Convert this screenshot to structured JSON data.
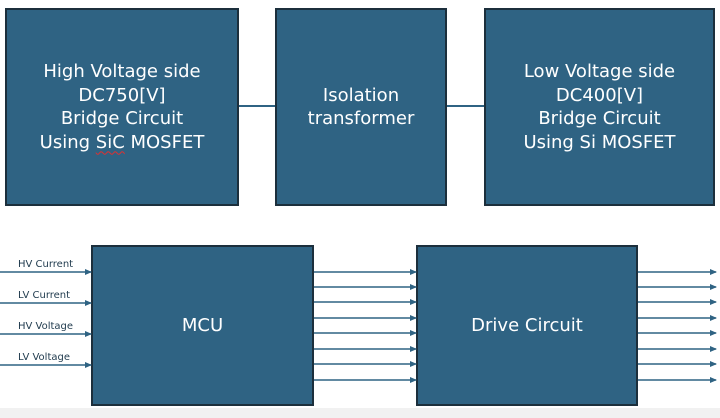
{
  "hv_block": {
    "line1": "High Voltage side",
    "line2": "DC750[V]",
    "line3": "Bridge Circuit",
    "line4_prefix": "Using ",
    "line4_underlined": "SiC",
    "line4_suffix": " MOSFET"
  },
  "transformer_block": {
    "line1": "Isolation",
    "line2": "transformer"
  },
  "lv_block": {
    "line1": "Low Voltage side",
    "line2": "DC400[V]",
    "line3": "Bridge Circuit",
    "line4": "Using Si MOSFET"
  },
  "mcu_block": {
    "label": "MCU"
  },
  "drive_block": {
    "label": "Drive Circuit"
  },
  "inputs": [
    "HV Current",
    "LV Current",
    "HV Voltage",
    "LV Voltage"
  ],
  "colors": {
    "block_fill": "#2f6383",
    "block_border": "#1c2f3c",
    "text": "#ffffff",
    "arrow": "#2f6383"
  },
  "mcu_to_drive_arrow_count": 8,
  "drive_output_arrow_count": 8
}
